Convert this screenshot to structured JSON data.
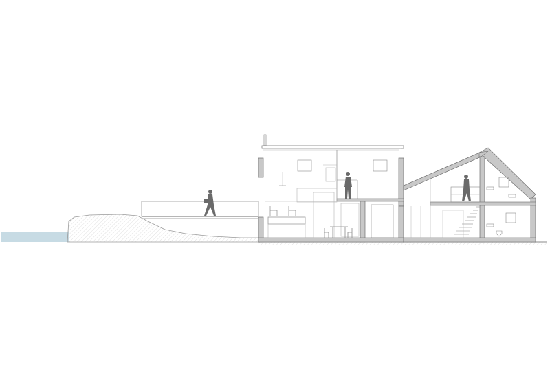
{
  "drawing": {
    "type": "architectural-section",
    "colors": {
      "wall_fill": "#c8c8c8",
      "wall_stroke": "#6e6e6e",
      "line": "#8a8a8a",
      "thin_line": "#b4b4b4",
      "water": "#c7dbe4",
      "rock_fill": "#efefef",
      "figure": "#6a6a6a",
      "background": "#ffffff"
    },
    "elements": [
      "water",
      "rock",
      "bridge",
      "building-west",
      "building-east",
      "figures",
      "furniture"
    ]
  }
}
